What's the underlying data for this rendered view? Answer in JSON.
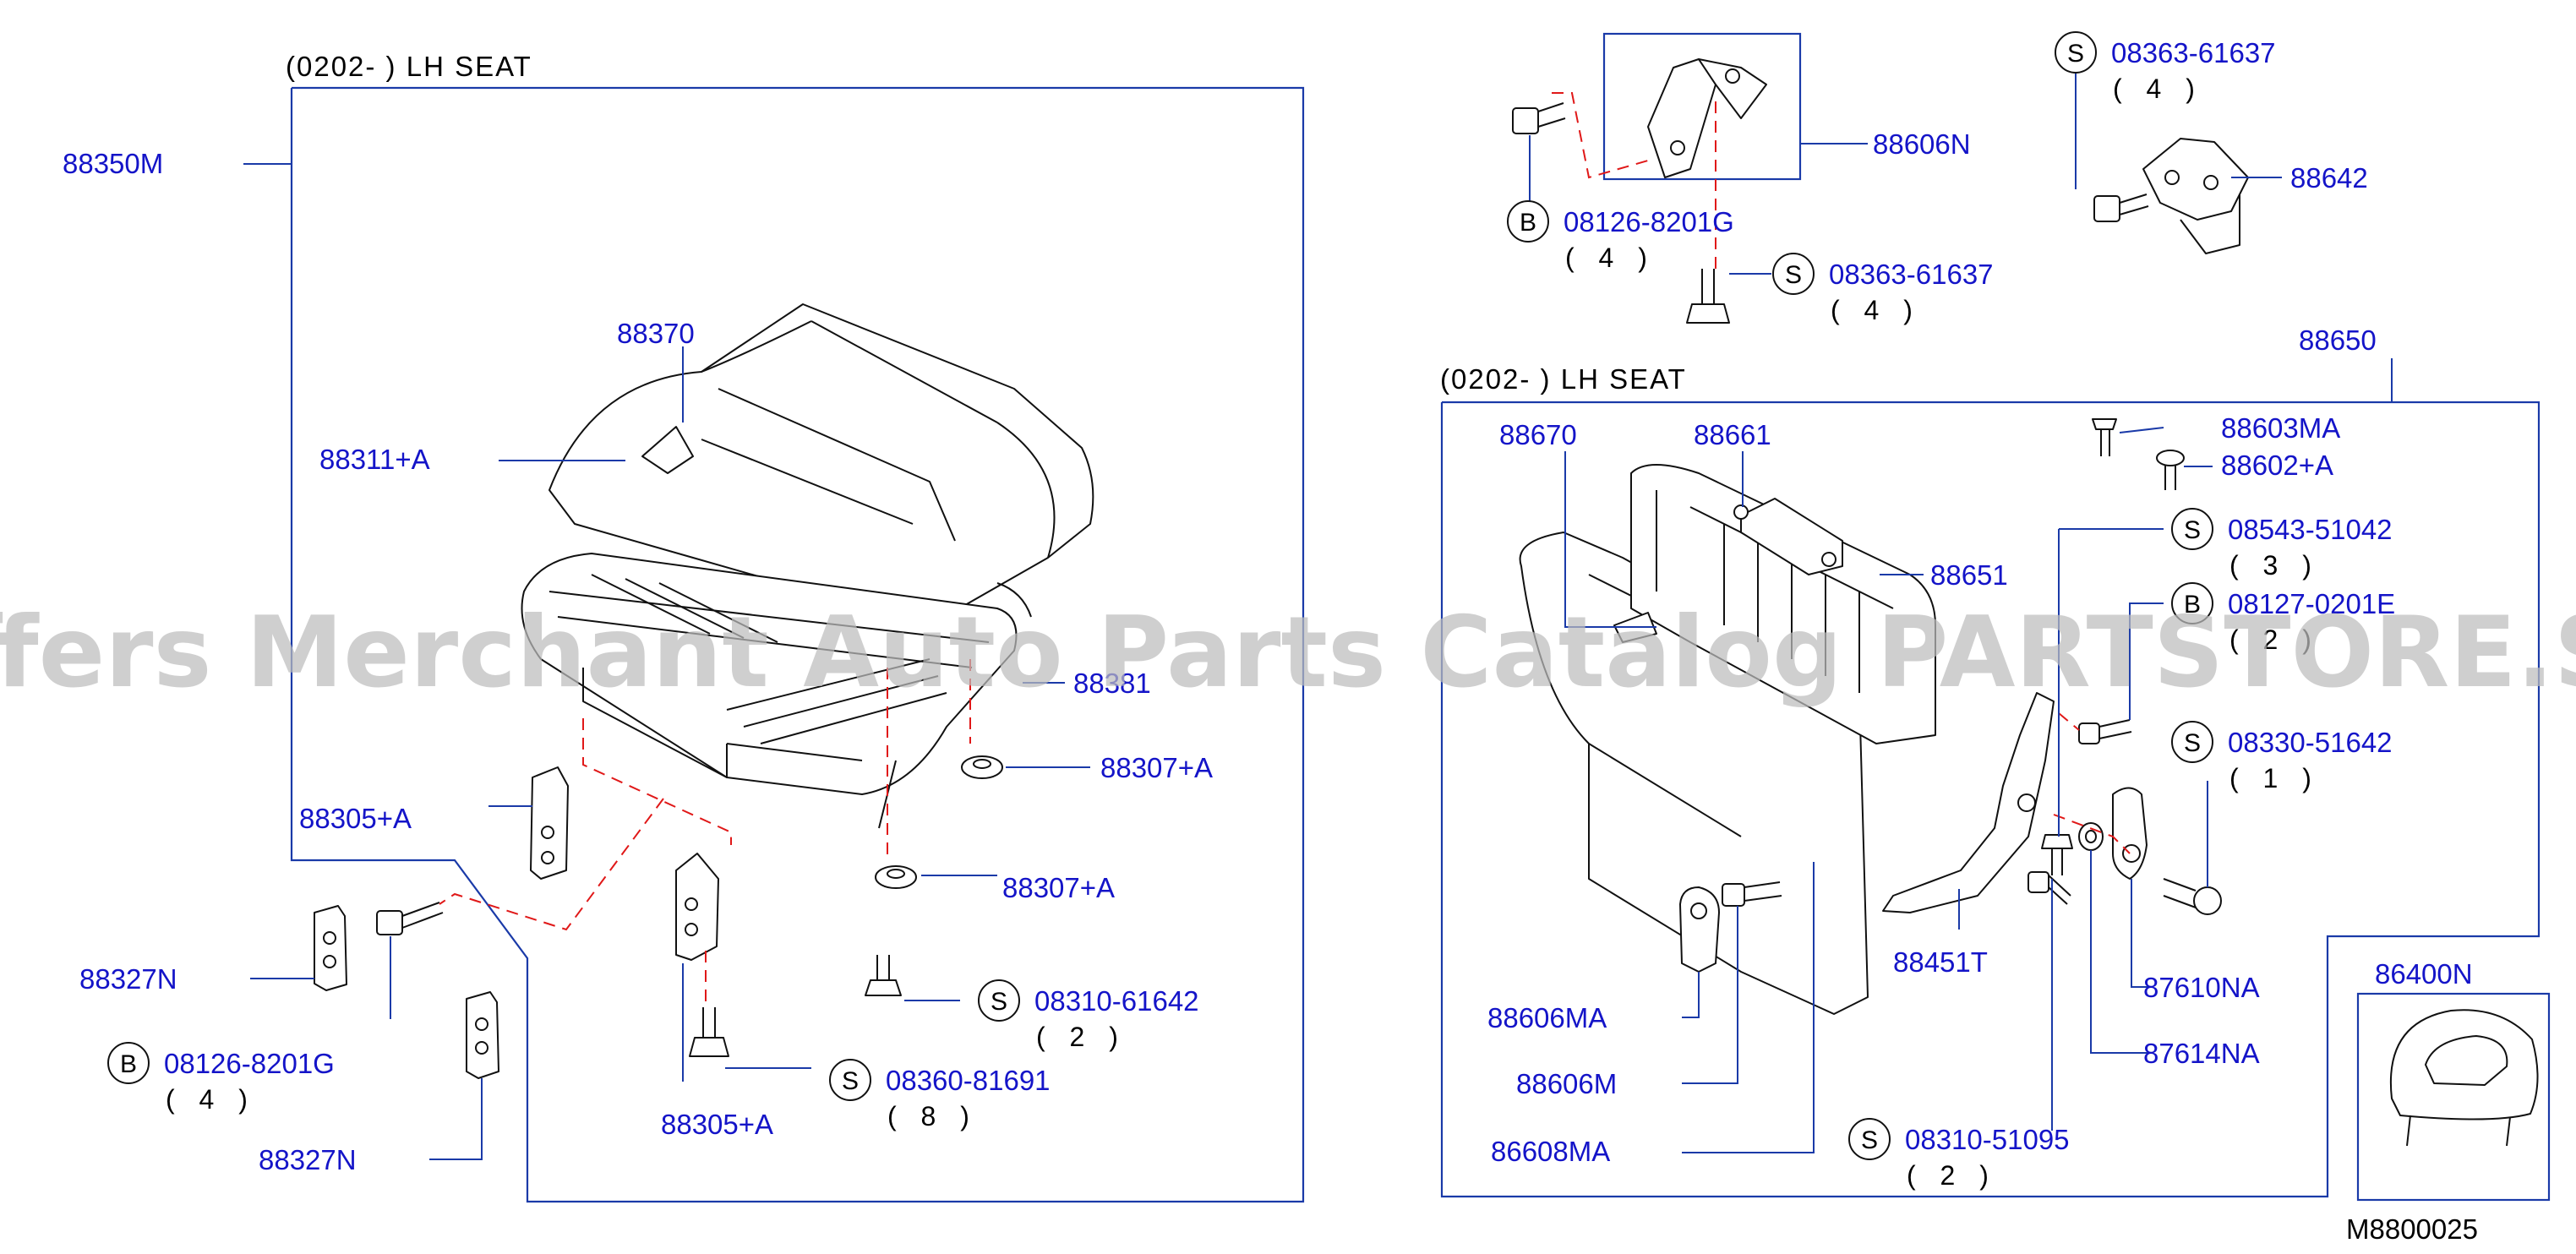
{
  "watermark": "Offers Merchant Auto Parts Catalog PARTSTORE.SA",
  "section_left_title": "(0202-    )  LH   SEAT",
  "section_right_title": "(0202-    )  LH   SEAT",
  "diagram_id": "M8800025",
  "parts": {
    "p88350M": "88350M",
    "p88370": "88370",
    "p88311A": "88311+A",
    "p88381": "88381",
    "p88307A_1": "88307+A",
    "p88307A_2": "88307+A",
    "p88305A_1": "88305+A",
    "p88305A_2": "88305+A",
    "p88327N_1": "88327N",
    "p88327N_2": "88327N",
    "p88606N": "88606N",
    "p88642": "88642",
    "p88650": "88650",
    "p88670": "88670",
    "p88661": "88661",
    "p88651": "88651",
    "p88603MA": "88603MA",
    "p88602A": "88602+A",
    "p88451T": "88451T",
    "p87610NA": "87610NA",
    "p87614NA": "87614NA",
    "p88606MA": "88606MA",
    "p88606M": "88606M",
    "p86608MA": "86608MA",
    "p86400N": "86400N"
  },
  "fasteners": {
    "f1": {
      "type": "B",
      "code": "08126-8201G",
      "qty": "( 4 )"
    },
    "f2": {
      "type": "S",
      "code": "08310-61642",
      "qty": "( 2 )"
    },
    "f3": {
      "type": "S",
      "code": "08360-81691",
      "qty": "( 8 )"
    },
    "f4": {
      "type": "B",
      "code": "08126-8201G",
      "qty": "( 4 )"
    },
    "f5": {
      "type": "S",
      "code": "08363-61637",
      "qty": "( 4 )"
    },
    "f6": {
      "type": "S",
      "code": "08363-61637",
      "qty": "( 4 )"
    },
    "f7": {
      "type": "S",
      "code": "08543-51042",
      "qty": "( 3 )"
    },
    "f8": {
      "type": "B",
      "code": "08127-0201E",
      "qty": "( 2 )"
    },
    "f9": {
      "type": "S",
      "code": "08330-51642",
      "qty": "( 1 )"
    },
    "f10": {
      "type": "S",
      "code": "08310-51095",
      "qty": "( 2 )"
    }
  }
}
